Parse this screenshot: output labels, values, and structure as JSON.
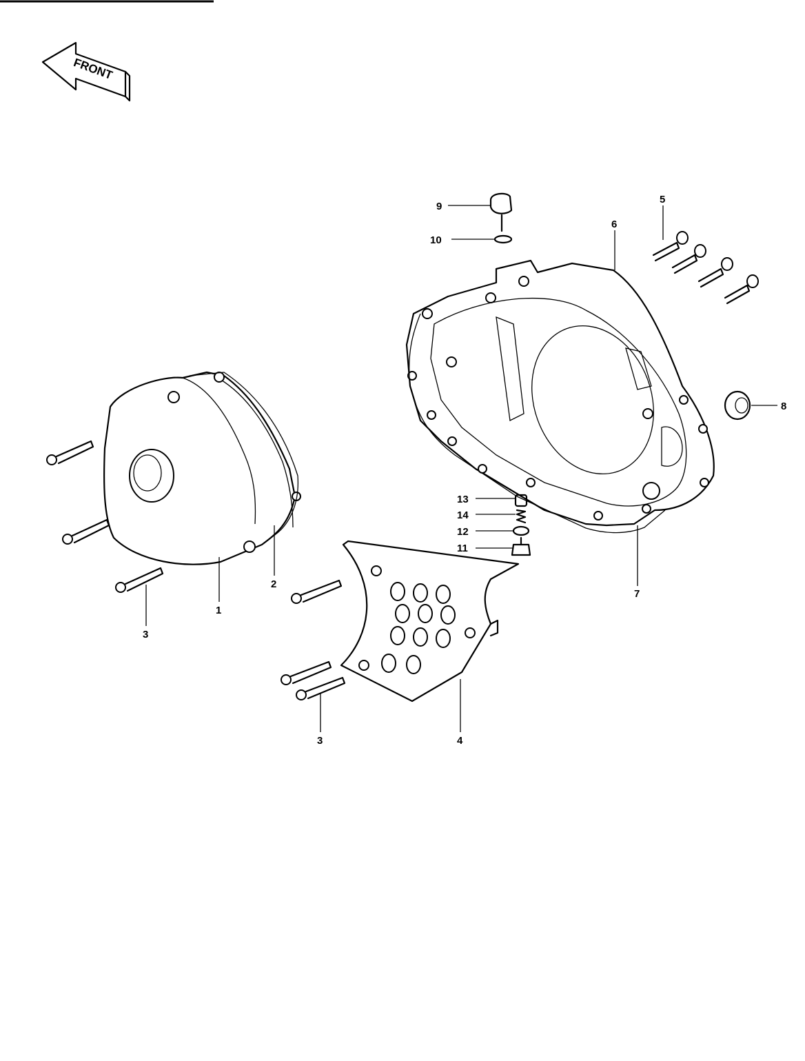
{
  "front_label": "FRONT",
  "callouts": {
    "c1": "1",
    "c2": "2",
    "c3a": "3",
    "c3b": "3",
    "c4": "4",
    "c5": "5",
    "c6": "6",
    "c7": "7",
    "c8": "8",
    "c9": "9",
    "c10": "10",
    "c11": "11",
    "c12": "12",
    "c13": "13",
    "c14": "14"
  }
}
